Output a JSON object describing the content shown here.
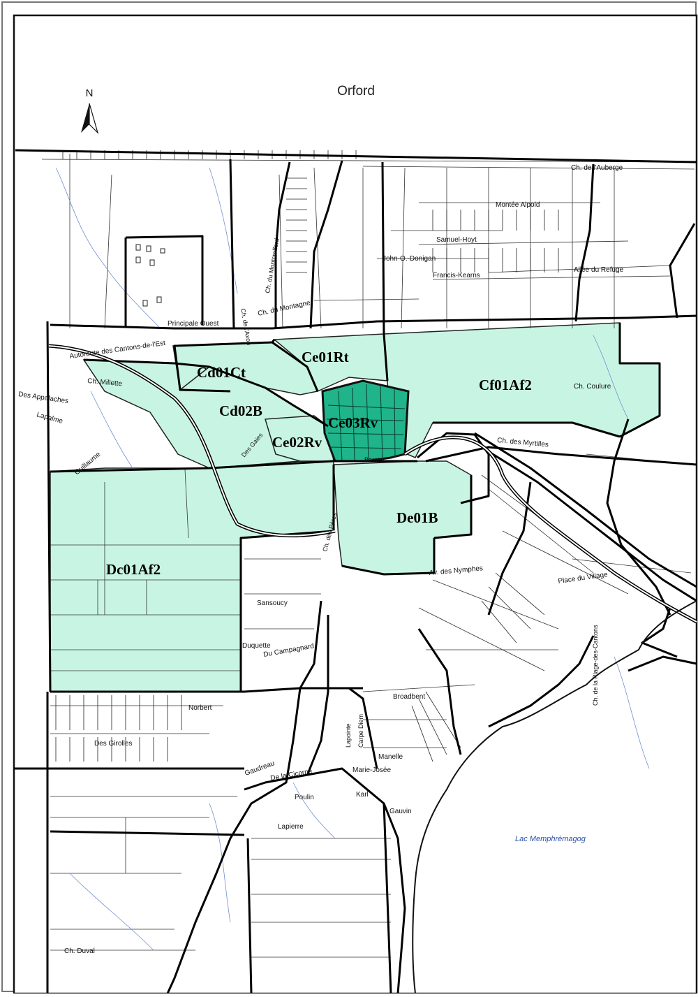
{
  "map": {
    "north_label": "N",
    "top_area_label": "Orford",
    "lake_label": "Lac Memphrémagog",
    "zone_fill_color": "#c8f5e3",
    "zone_dark_fill_color": "#1fb48a",
    "zone_labels": [
      "Ce01Rt",
      "Cd01Ct",
      "Cd02B",
      "Ce03Rv",
      "Ce02Rv",
      "Cf01Af2",
      "De01B",
      "Dc01Af2"
    ],
    "streets": [
      "Ch. de l'Auberge",
      "Montée Alpold",
      "Samuel-Hoyt",
      "John-O.-Donigan",
      "Francis-Kearns",
      "Allée du Refuge",
      "Ch. du Montcrofford",
      "Ch. du Montagne",
      "Principale Ouest",
      "Autoroute des Cantons-de-l'Est",
      "Ch. Millette",
      "Des Appalaches",
      "Lapalme",
      "Guillaume",
      "Ch. de l'Axon",
      "Ch. Coulure",
      "Ch. des Myrtilles",
      "Bernier",
      "Des Gaies",
      "Ch. des Pères",
      "Av. des Nymphes",
      "Place du Village",
      "Sansoucy",
      "Duquette",
      "Du Campagnard",
      "Broadbent",
      "Ch. de la Plage-des-Cantons",
      "Norbert",
      "Des Girolles",
      "Gaudreau",
      "De la Cicorne",
      "Poulin",
      "Lapierre",
      "Gauvin",
      "Manelle",
      "Marie-Josée",
      "Karl",
      "Ch. Duval",
      "Carpe Diem",
      "Lapointe"
    ]
  }
}
